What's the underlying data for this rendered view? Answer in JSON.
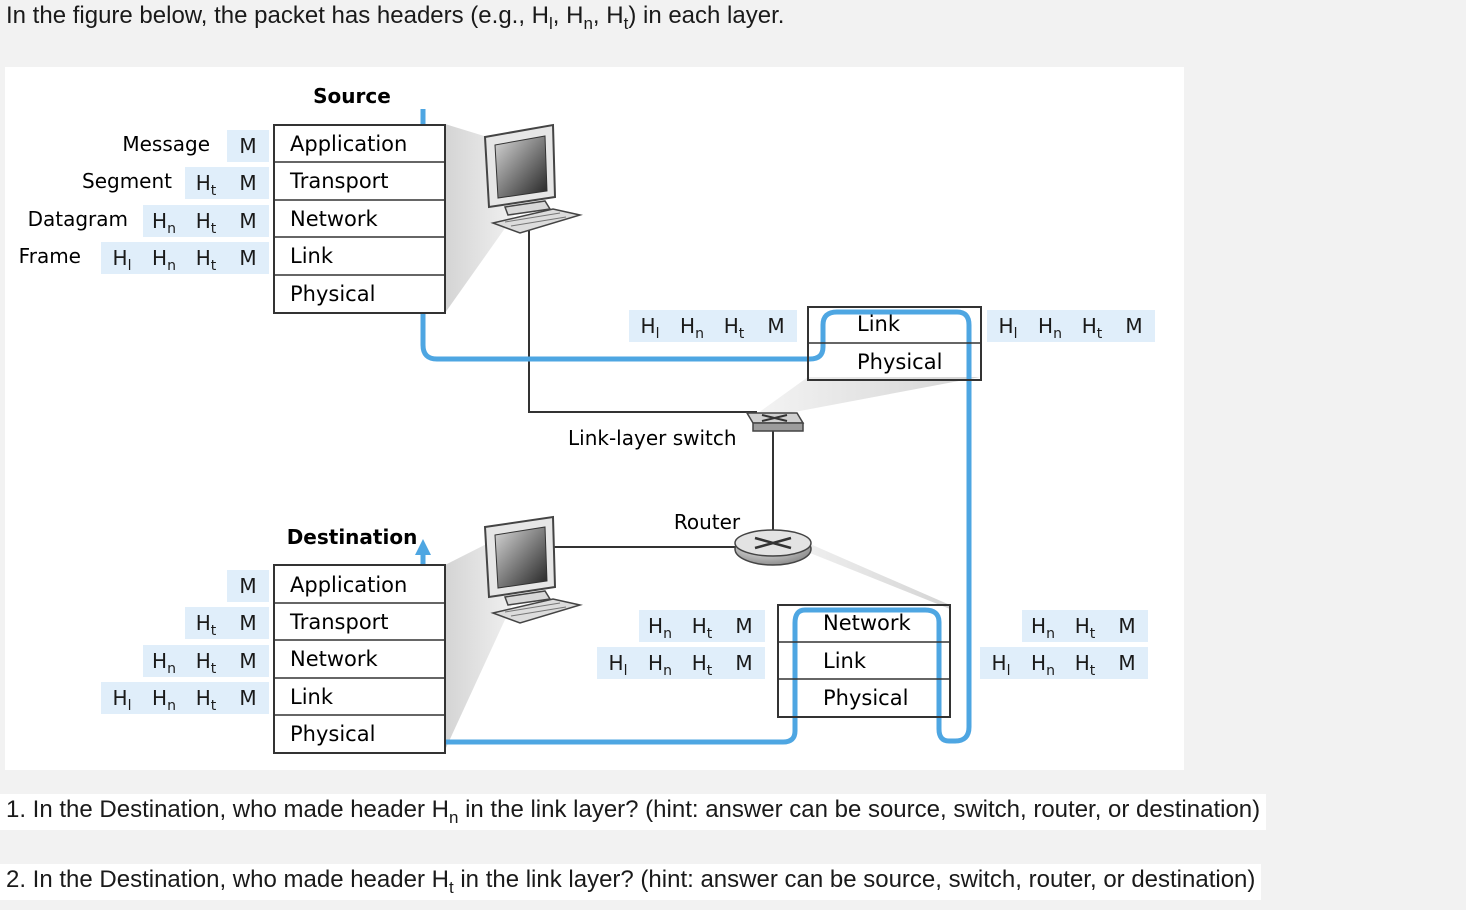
{
  "intro": {
    "part1": "In the figure below, the packet has headers (e.g., H",
    "sub_l": "l",
    "sep1": ", H",
    "sub_n": "n",
    "sep2": ", H",
    "sub_t": "t",
    "end": ") in each layer."
  },
  "figure": {
    "source_title": "Source",
    "destination_title": "Destination",
    "switch_label": "Link-layer switch",
    "router_label": "Router",
    "pdu_labels": [
      "Message",
      "Segment",
      "Datagram",
      "Frame"
    ],
    "layers": [
      "Application",
      "Transport",
      "Network",
      "Link",
      "Physical"
    ],
    "switch_layers": [
      "Link",
      "Physical"
    ],
    "router_layers": [
      "Network",
      "Link",
      "Physical"
    ],
    "hdr": {
      "H": "H",
      "l": "l",
      "n": "n",
      "t": "t",
      "M": "M"
    },
    "colors": {
      "accent": "#4ea6e2",
      "header_box": "#e0eefa"
    }
  },
  "questions": {
    "q1": {
      "a": "1. In the Destination, who made header H",
      "sub": "n",
      "b": " in the link layer? (hint: answer can be source, switch, router, or destination)"
    },
    "q2": {
      "a": "2. In the Destination, who made header H",
      "sub": "t",
      "b": " in the link layer? (hint: answer can be source, switch, router, or destination)"
    }
  }
}
